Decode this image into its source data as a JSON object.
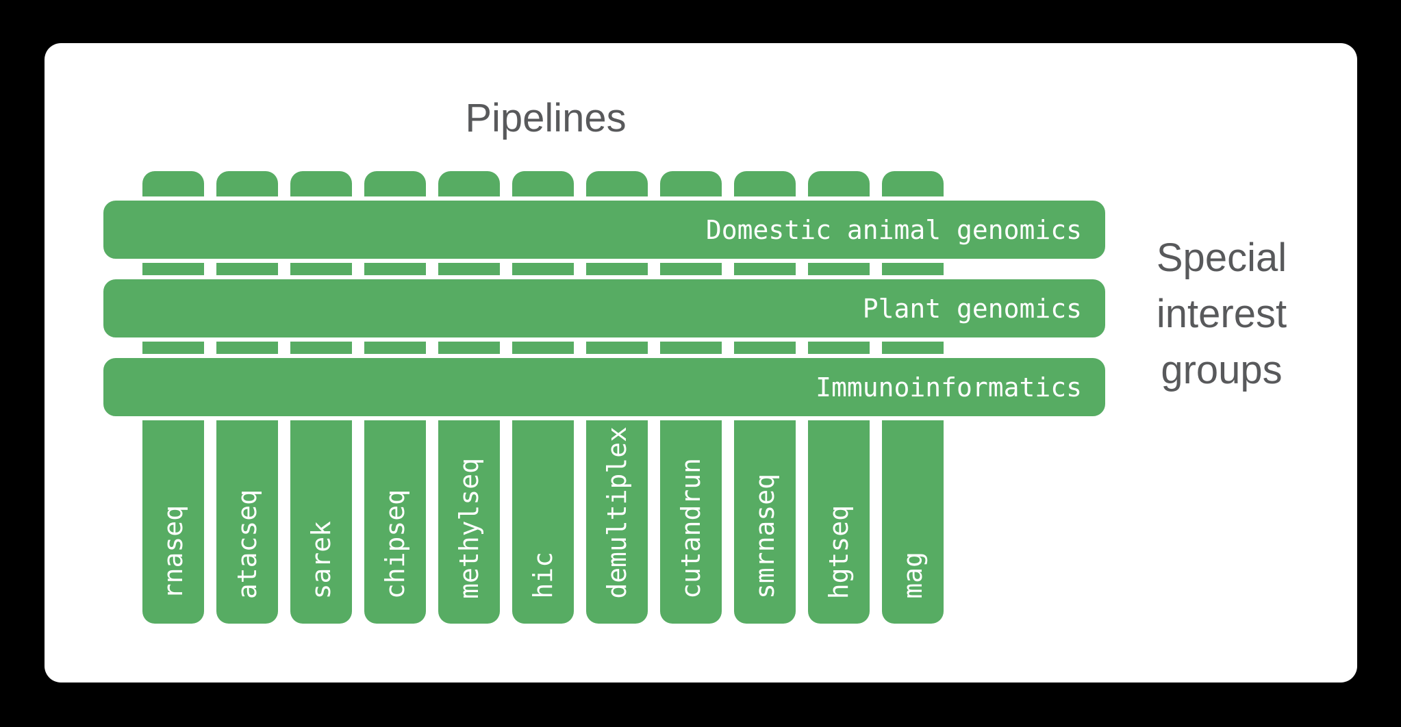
{
  "title": "Pipelines",
  "row_group_label": {
    "lines": [
      "Special",
      "interest",
      "groups"
    ]
  },
  "rows": [
    "Domestic animal genomics",
    "Plant genomics",
    "Immunoinformatics"
  ],
  "columns": [
    "rnaseq",
    "atacseq",
    "sarek",
    "chipseq",
    "methylseq",
    "hic",
    "demultiplex",
    "cutandrun",
    "smrnaseq",
    "hgtseq",
    "mag"
  ],
  "colors": {
    "bar_green": "#57ac63",
    "heading_gray": "#58595b",
    "bar_text": "#ffffff",
    "card_bg": "#ffffff",
    "page_bg": "#000000"
  }
}
